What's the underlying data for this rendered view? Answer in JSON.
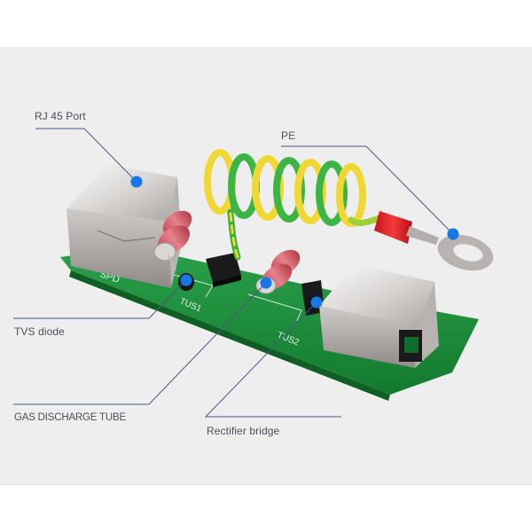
{
  "image": {
    "subject": "RJ45 network surge protector PCB (SPD) with coiled PE ground wire",
    "background_band_color": "#eeeeee",
    "page_background": "#ffffff",
    "callout_dot_color": "#1677e8",
    "callout_line_color": "#4a5680"
  },
  "board": {
    "silkscreen": [
      "SPD",
      "TUS1",
      "TUS2"
    ],
    "pcb_color": "#1f8a3c"
  },
  "callouts": [
    {
      "id": "rj45",
      "label": "RJ 45 Port"
    },
    {
      "id": "pe",
      "label": "PE"
    },
    {
      "id": "tvs",
      "label": "TVS diode"
    },
    {
      "id": "gdt",
      "label": "GAS DISCHARGE TUBE"
    },
    {
      "id": "rectifier",
      "label": "Rectifier bridge"
    }
  ]
}
